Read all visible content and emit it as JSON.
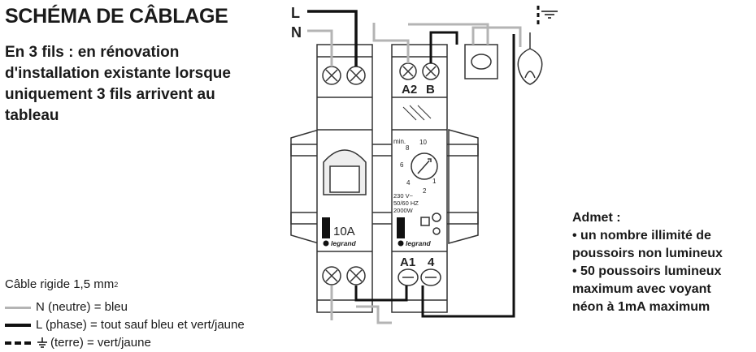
{
  "title": "SCHÉMA DE CÂBLAGE",
  "subtitle": "En 3 fils : en rénovation d'installation existante lorsque uniquement 3 fils arrivent au tableau",
  "wire_labels": {
    "phase": "L",
    "neutral": "N"
  },
  "breaker": {
    "rating": "10A",
    "brand": "legrand"
  },
  "timer": {
    "terminal_a2": "A2",
    "terminal_b": "B",
    "terminal_a1": "A1",
    "terminal_4": "4",
    "dial_min": "min.",
    "dial_marks": [
      "1",
      "2",
      "4",
      "6",
      "8",
      "10"
    ],
    "voltage": "230 V~",
    "frequency": "50/60 HZ",
    "power": "2000W",
    "brand": "legrand"
  },
  "admet": {
    "heading": "Admet :",
    "line1": "• un nombre illimité de",
    "line2": "poussoirs non lumineux",
    "line3": "• 50 poussoirs lumineux",
    "line4": "maximum avec voyant",
    "line5": "néon à 1mA maximum"
  },
  "legend": {
    "cable_text": "Câble rigide 1,5 mm",
    "cable_sup": "2",
    "neutral": "N (neutre) = bleu",
    "phase": "L (phase) = tout sauf bleu et vert/jaune",
    "earth": "(terre) = vert/jaune"
  },
  "colors": {
    "neutral_wire": "#b4b4b4",
    "phase_wire": "#111111",
    "outline": "#333333"
  }
}
